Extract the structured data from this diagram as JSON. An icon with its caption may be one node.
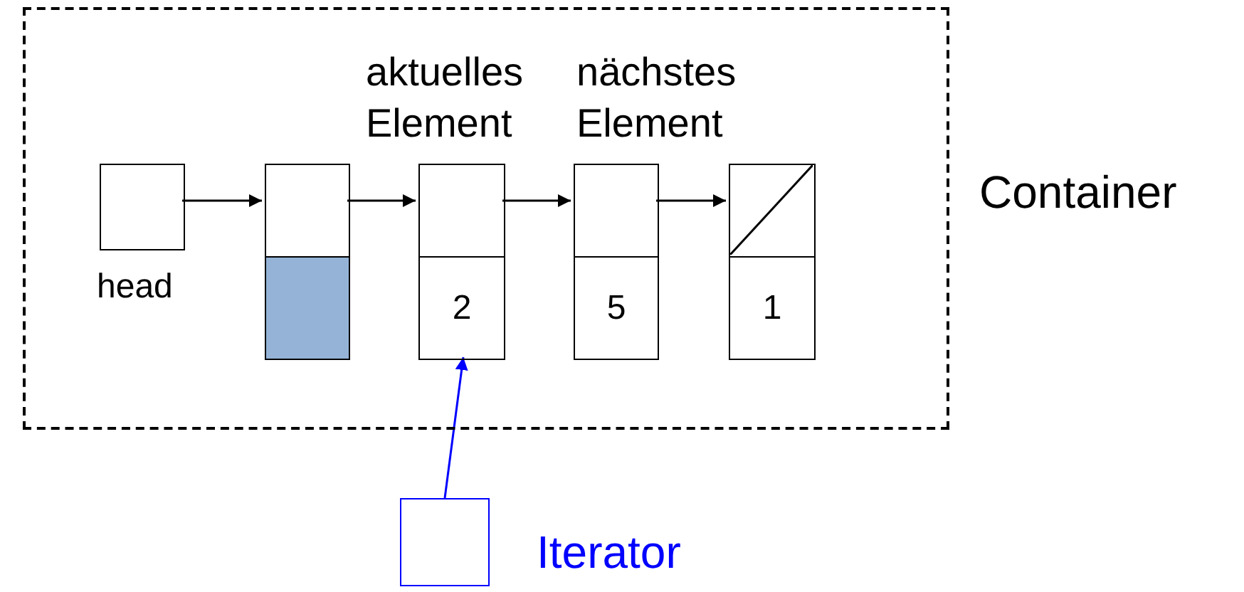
{
  "diagram": {
    "nodes": [
      {
        "text": [
          "Container"
        ]
      },
      {
        "text": [],
        "shape": "box",
        "beside": [
          "head"
        ],
        "in": 0
      },
      {
        "text": [],
        "shape": "box",
        "in": 0
      },
      {
        "text": [
          "aktuelles Element",
          "2"
        ],
        "in": 0
      },
      {
        "text": [
          "nächstes Element",
          "5"
        ],
        "in": 0
      },
      {
        "text": [
          "1"
        ],
        "in": 0
      },
      {
        "text": [],
        "shape": "box",
        "beside": [
          "Iterator"
        ]
      }
    ],
    "edges": [
      {
        "from": 1,
        "to": 2,
        "arrow": "to"
      },
      {
        "from": 2,
        "to": 3,
        "arrow": "to"
      },
      {
        "from": 3,
        "to": 4,
        "arrow": "to"
      },
      {
        "from": 4,
        "to": 5,
        "arrow": "to"
      },
      {
        "from": 6,
        "to": 3,
        "arrow": "to",
        "color": "#0000ff"
      }
    ]
  }
}
